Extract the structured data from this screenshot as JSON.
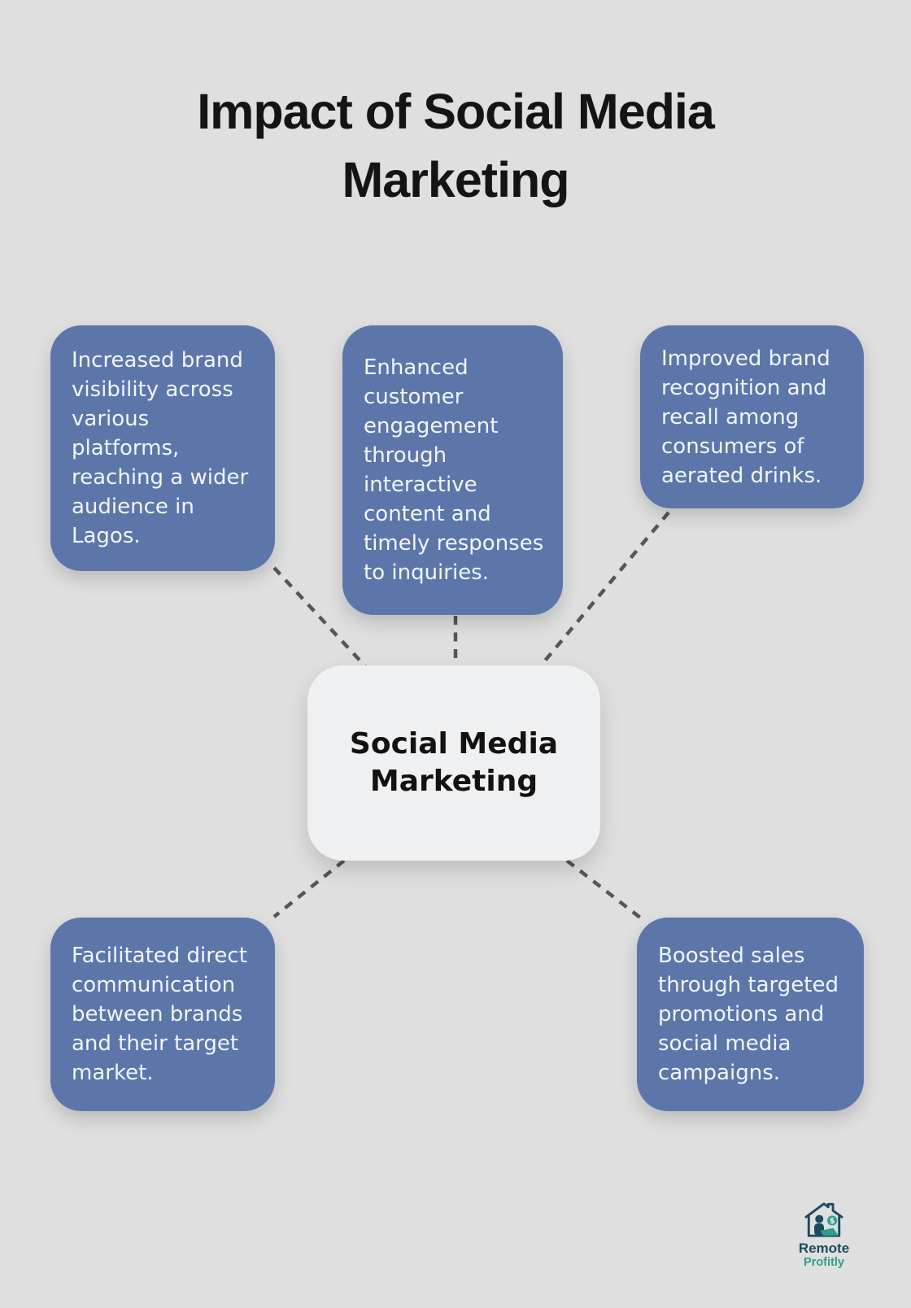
{
  "title": "Impact of Social Media\nMarketing",
  "center_node": {
    "label": "Social Media\nMarketing"
  },
  "benefit_nodes": [
    {
      "position": "top-left",
      "text": "Increased brand\nvisibility across\nvarious\nplatforms,\nreaching a wider\naudience in\nLagos."
    },
    {
      "position": "top-center",
      "text": "Enhanced\ncustomer\nengagement\nthrough\ninteractive\ncontent and\ntimely responses\nto inquiries."
    },
    {
      "position": "top-right",
      "text": "Improved brand\nrecognition and\nrecall among\nconsumers of\naerated drinks."
    },
    {
      "position": "bottom-left",
      "text": "Facilitated direct\ncommunication\nbetween brands\nand their target\nmarket."
    },
    {
      "position": "bottom-right",
      "text": "Boosted sales\nthrough targeted\npromotions and\nsocial media\ncampaigns."
    }
  ],
  "logo": {
    "icon": "remote-work-house-icon",
    "name_line1": "Remote",
    "name_line2": "Profitly"
  },
  "colors": {
    "background": "#dfdfdf",
    "node_fill": "#5c76aa",
    "node_text": "#f2f4f8",
    "center_fill": "#eff0f2",
    "center_text": "#121212",
    "title_color": "#141414",
    "connector": "#565656",
    "logo_navy": "#1b4a62",
    "logo_teal": "#2f9d8a"
  }
}
